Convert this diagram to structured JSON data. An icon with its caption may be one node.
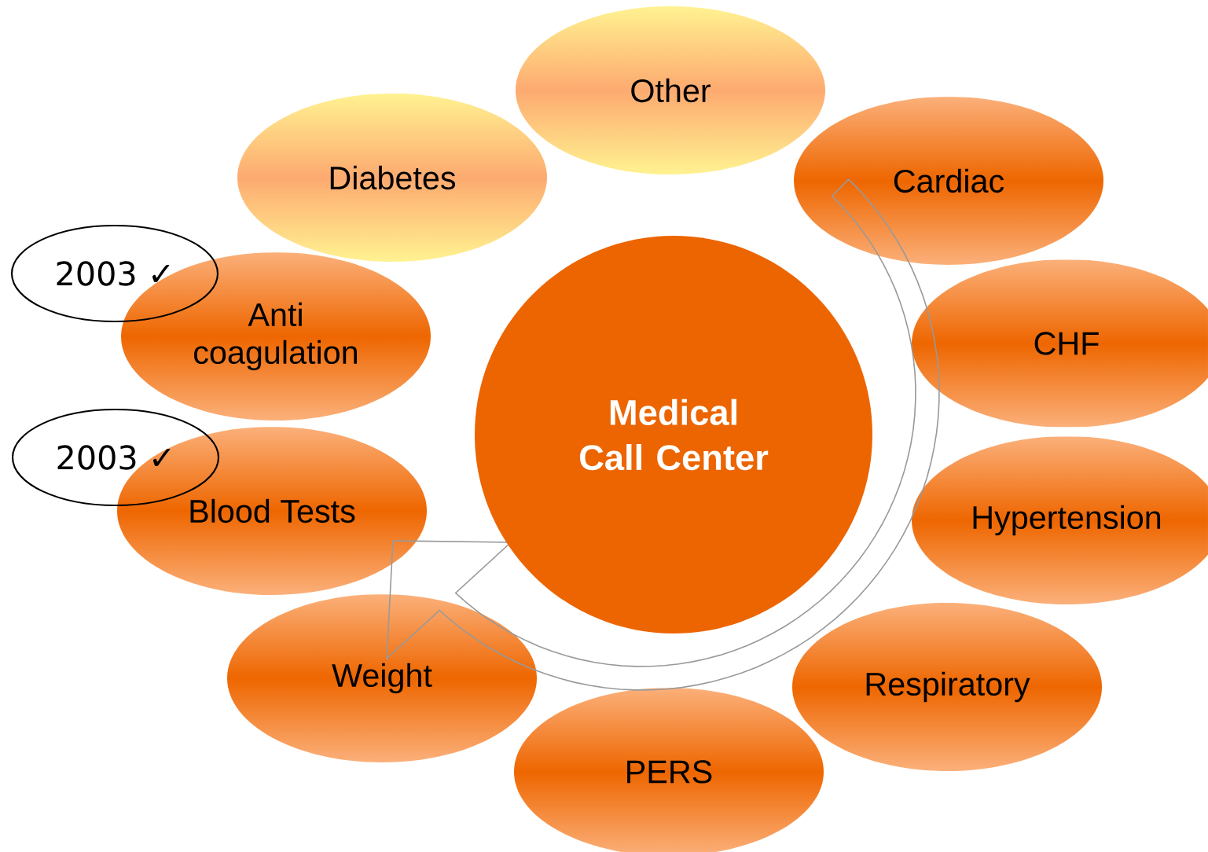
{
  "diagram": {
    "nodes": [
      {
        "text": [
          "Medical Call Center"
        ]
      },
      {
        "text": [
          "Other"
        ]
      },
      {
        "text": [
          "Cardiac"
        ]
      },
      {
        "text": [
          "CHF"
        ]
      },
      {
        "text": [
          "Hypertension"
        ]
      },
      {
        "text": [
          "Respiratory"
        ]
      },
      {
        "text": [
          "PERS"
        ]
      },
      {
        "text": [
          "Weight"
        ]
      },
      {
        "text": [
          "Blood Tests"
        ]
      },
      {
        "text": [
          "Anti coagulation"
        ]
      },
      {
        "text": [
          "Diabetes"
        ]
      },
      {
        "text": [
          "2003 ✓"
        ]
      },
      {
        "text": [
          "2003 ✓"
        ]
      }
    ]
  }
}
